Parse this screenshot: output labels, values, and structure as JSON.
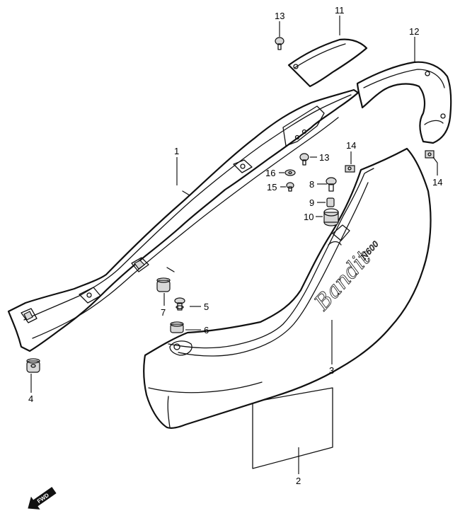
{
  "diagram": {
    "callouts": {
      "c1": "1",
      "c2": "2",
      "c3": "3",
      "c4": "4",
      "c5": "5",
      "c6": "6",
      "c7": "7",
      "c8": "8",
      "c9": "9",
      "c10": "10",
      "c11": "11",
      "c12": "12",
      "c13a": "13",
      "c13b": "13",
      "c14a": "14",
      "c14b": "14",
      "c15": "15",
      "c16": "16"
    },
    "badge_text": "Bandit",
    "badge_model": "N600",
    "direction_label": "FWD"
  }
}
